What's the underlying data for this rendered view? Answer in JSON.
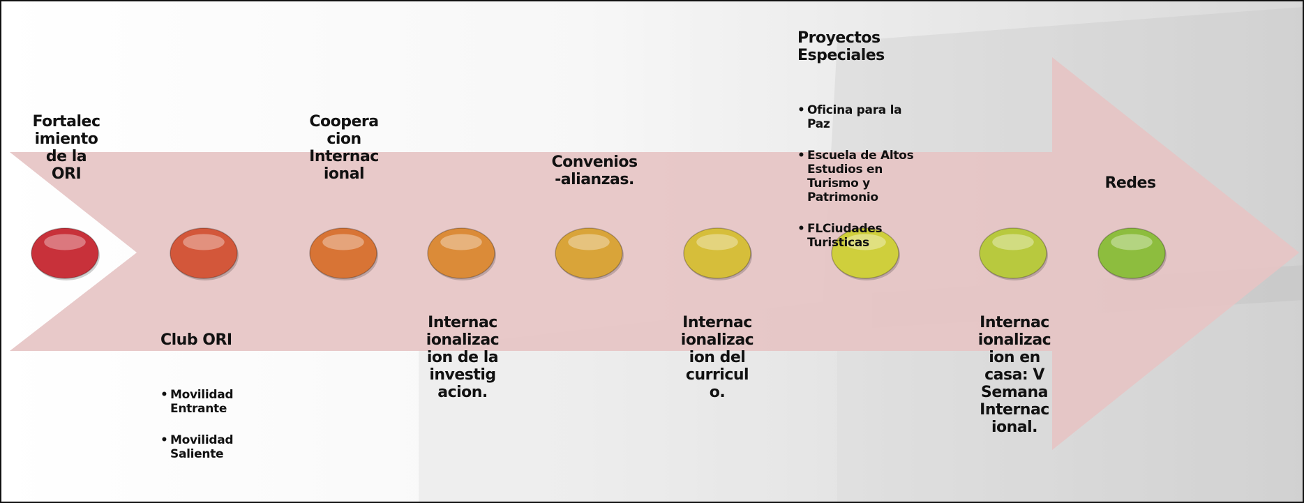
{
  "diagram": {
    "top_labels": [
      {
        "key": "fortalecimiento",
        "text": "Fortalec\nimiento\nde la\nORI"
      },
      {
        "key": "cooperacion",
        "text": "Coopera\ncion\nInternac\nional"
      },
      {
        "key": "convenios",
        "text": "Convenios\n-alianzas."
      },
      {
        "key": "redes",
        "text": "Redes"
      }
    ],
    "proyectos": {
      "title": "Proyectos\nEspeciales",
      "bullets": [
        "Oficina para la\nPaz",
        "Escuela de Altos\nEstudios en\nTurismo y\nPatrimonio",
        "FLCiudades\nTuristicas"
      ]
    },
    "club_ori": {
      "title": "Club ORI",
      "bullets": [
        "Movilidad\nEntrante",
        "Movilidad\nSaliente"
      ]
    },
    "bottom_labels": [
      {
        "key": "investigacion",
        "text": "Internac\nionalizac\nion de la\ninvestig\nacion."
      },
      {
        "key": "curriculo",
        "text": "Internac\nionalizac\nion del\ncurricul\no."
      },
      {
        "key": "en_casa",
        "text": "Internac\nionalizac\nion en\ncasa: V\nSemana\nInternac\nional."
      }
    ],
    "node_colors": [
      "#c8313a",
      "#d3573a",
      "#d87435",
      "#db8b38",
      "#d9a439",
      "#d6be3a",
      "#cfcf3c",
      "#b8c93e",
      "#8dbd3e"
    ],
    "arrow_color": "#e6c4c4"
  }
}
